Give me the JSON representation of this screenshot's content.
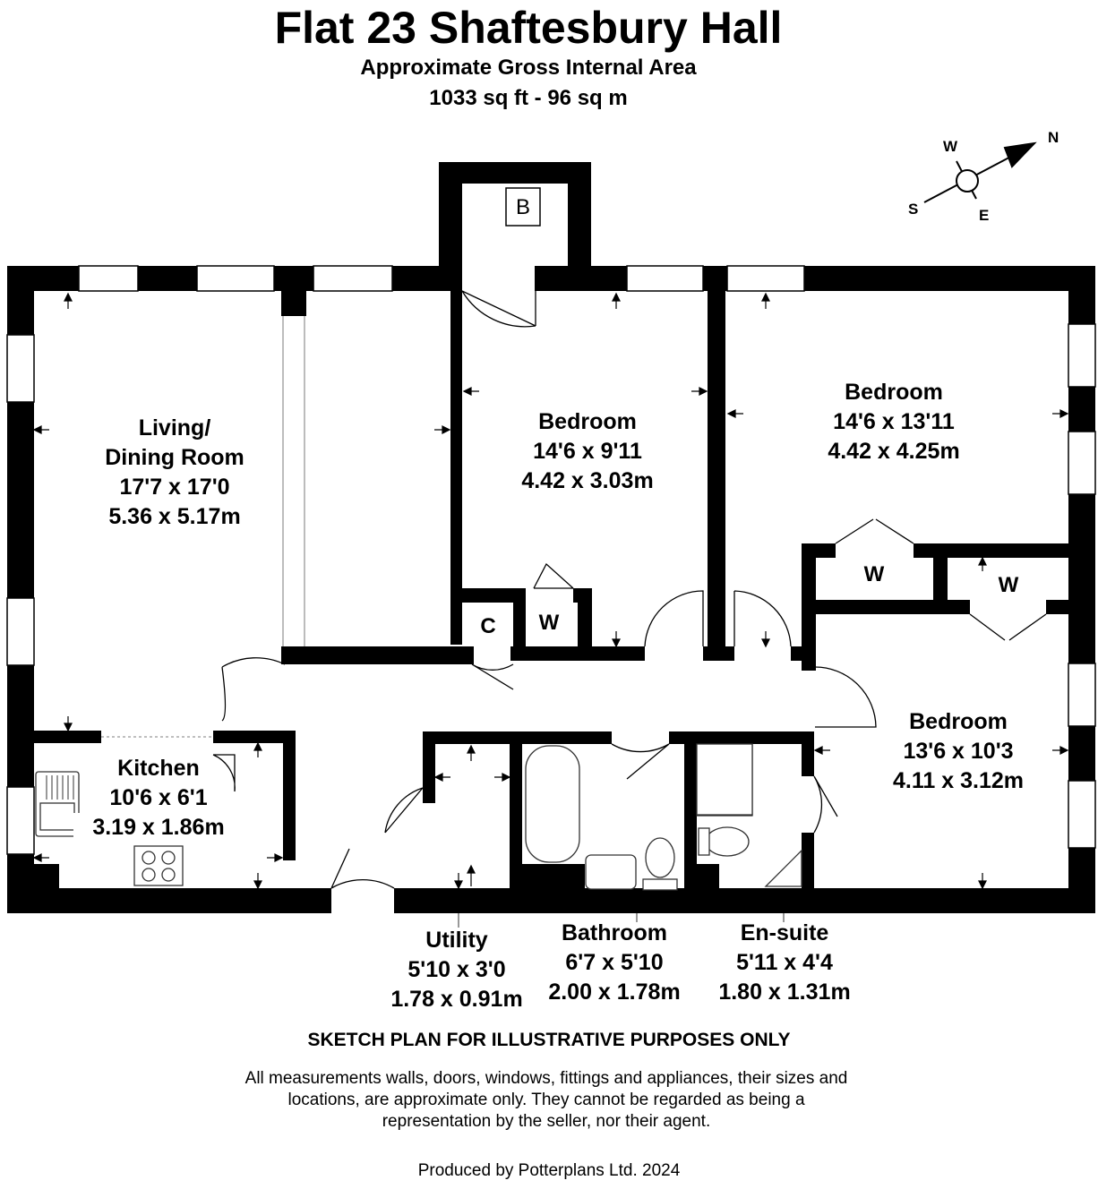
{
  "header": {
    "title": "Flat 23 Shaftesbury Hall",
    "area_label": "Approximate Gross Internal Area",
    "area_value": "1033 sq ft - 96 sq m"
  },
  "compass": {
    "n": "N",
    "s": "S",
    "e": "E",
    "w": "W"
  },
  "rooms": {
    "living": {
      "name1": "Living/",
      "name2": "Dining Room",
      "imperial": "17'7 x 17'0",
      "metric": "5.36 x 5.17m"
    },
    "bedroom2": {
      "name": "Bedroom",
      "imperial": "14'6 x 9'11",
      "metric": "4.42 x 3.03m"
    },
    "bedroom1": {
      "name": "Bedroom",
      "imperial": "14'6 x 13'11",
      "metric": "4.42 x 4.25m"
    },
    "bedroom3": {
      "name": "Bedroom",
      "imperial": "13'6 x 10'3",
      "metric": "4.11 x 3.12m"
    },
    "kitchen": {
      "name": "Kitchen",
      "imperial": "10'6 x 6'1",
      "metric": "3.19 x 1.86m"
    },
    "utility": {
      "name": "Utility",
      "imperial": "5'10 x 3'0",
      "metric": "1.78 x 0.91m"
    },
    "bathroom": {
      "name": "Bathroom",
      "imperial": "6'7 x 5'10",
      "metric": "2.00 x 1.78m"
    },
    "ensuite": {
      "name": "En-suite",
      "imperial": "5'11 x 4'4",
      "metric": "1.80 x 1.31m"
    }
  },
  "tags": {
    "boiler": "B",
    "cupboard": "C",
    "wardrobe": "W"
  },
  "disclaimer": {
    "heading": "SKETCH PLAN FOR ILLUSTRATIVE PURPOSES ONLY",
    "text": "All measurements walls, doors, windows, fittings and appliances, their sizes and locations, are approximate only. They cannot be regarded as being a representation by the seller, nor their agent."
  },
  "footer": "Produced by Potterplans Ltd. 2024",
  "colors": {
    "wall": "#000000",
    "background": "#ffffff",
    "fixture": "#555555"
  }
}
